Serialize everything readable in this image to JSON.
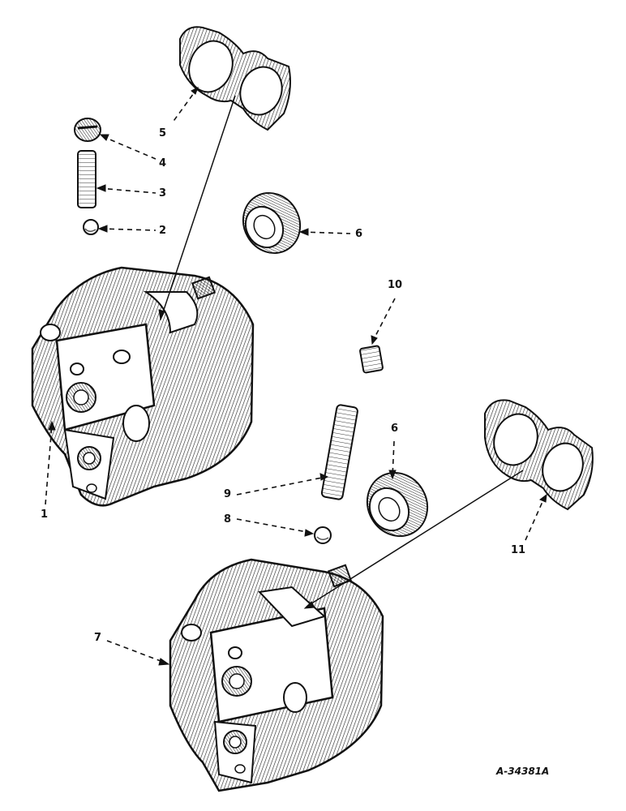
{
  "callouts": {
    "c1": "1",
    "c2": "2",
    "c3": "3",
    "c4": "4",
    "c5": "5",
    "c6a": "6",
    "c6b": "6",
    "c7": "7",
    "c8": "8",
    "c9": "9",
    "c10": "10",
    "c11": "11"
  },
  "figure_code": "A-34381A"
}
